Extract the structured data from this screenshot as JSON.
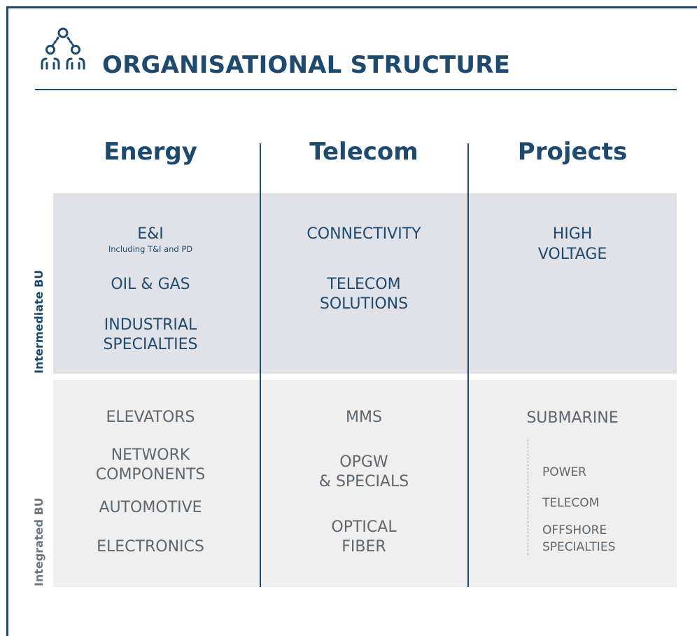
{
  "header": {
    "title": "ORGANISATIONAL STRUCTURE",
    "icon": "people-hierarchy-icon"
  },
  "row_labels": {
    "intermediate": "Intermediate BU",
    "integrated": "Integrated BU"
  },
  "columns": {
    "energy": {
      "title": "Energy",
      "intermediate": {
        "ei": "E&I",
        "ei_note": "Including T&I and PD",
        "oil_gas": "OIL & GAS",
        "industrial_1": "INDUSTRIAL",
        "industrial_2": "SPECIALTIES"
      },
      "integrated": {
        "elevators": "ELEVATORS",
        "network_1": "NETWORK",
        "network_2": "COMPONENTS",
        "automotive": "AUTOMOTIVE",
        "electronics": "ELECTRONICS"
      }
    },
    "telecom": {
      "title": "Telecom",
      "intermediate": {
        "connectivity": "CONNECTIVITY",
        "solutions_1": "TELECOM",
        "solutions_2": "SOLUTIONS"
      },
      "integrated": {
        "mms": "MMS",
        "opgw_1": "OPGW",
        "opgw_2": "& SPECIALS",
        "optical_1": "OPTICAL",
        "optical_2": "FIBER"
      }
    },
    "projects": {
      "title": "Projects",
      "intermediate": {
        "hv_1": "HIGH",
        "hv_2": "VOLTAGE"
      },
      "integrated": {
        "submarine": "SUBMARINE",
        "sub_items": [
          "POWER",
          "TELECOM",
          "OFFSHORE",
          "SPECIALTIES"
        ]
      }
    }
  },
  "colors": {
    "primary": "#1d4a6e",
    "intermediate_bg": "#e1e2e8",
    "integrated_bg": "#efefef",
    "grey_text": "#5c6770"
  }
}
